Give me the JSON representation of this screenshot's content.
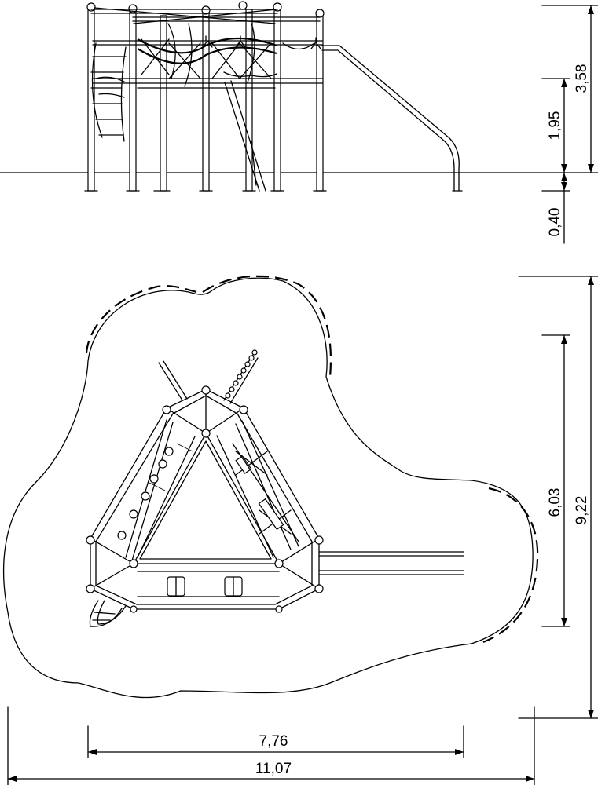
{
  "dimensions": {
    "total_height": "3,58",
    "platform_height": "1,95",
    "foundation_depth": "0,40",
    "plan_depth_total": "9,22",
    "plan_depth_equipment": "6,03",
    "plan_width_equipment": "7,76",
    "plan_width_total": "11,07"
  }
}
